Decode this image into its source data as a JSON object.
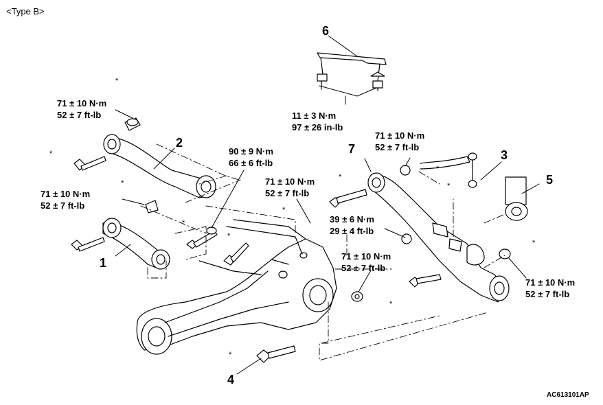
{
  "header": {
    "type_label": "<Type B>"
  },
  "figure_code": "AC613101AP",
  "star": "*",
  "callouts": [
    "1",
    "2",
    "3",
    "4",
    "5",
    "6",
    "7"
  ],
  "torque": {
    "t_upper_arm": [
      "71 ± 10 N·m",
      "52 ± 7 ft-lb"
    ],
    "t_lower_arm": [
      "71 ± 10 N·m",
      "52 ± 7 ft-lb"
    ],
    "t_center": [
      "90 ± 9 N·m",
      "66 ± 6 ft-lb"
    ],
    "t_mid": [
      "71 ± 10 N·m",
      "52 ± 7 ft-lb"
    ],
    "t_stabilizer": [
      "11 ± 3 N·m",
      "97 ± 26 in-lb"
    ],
    "t_link": [
      "71 ± 10 N·m",
      "52 ± 7 ft-lb"
    ],
    "t_trailing": [
      "39 ± 6 N·m",
      "29 ± 4 ft-lb"
    ],
    "t_bottom": [
      "71 ± 10 N·m",
      "52 ± 7 ft-lb"
    ],
    "t_right": [
      "71 ± 10 N·m",
      "52 ± 7 ft-lb"
    ]
  }
}
